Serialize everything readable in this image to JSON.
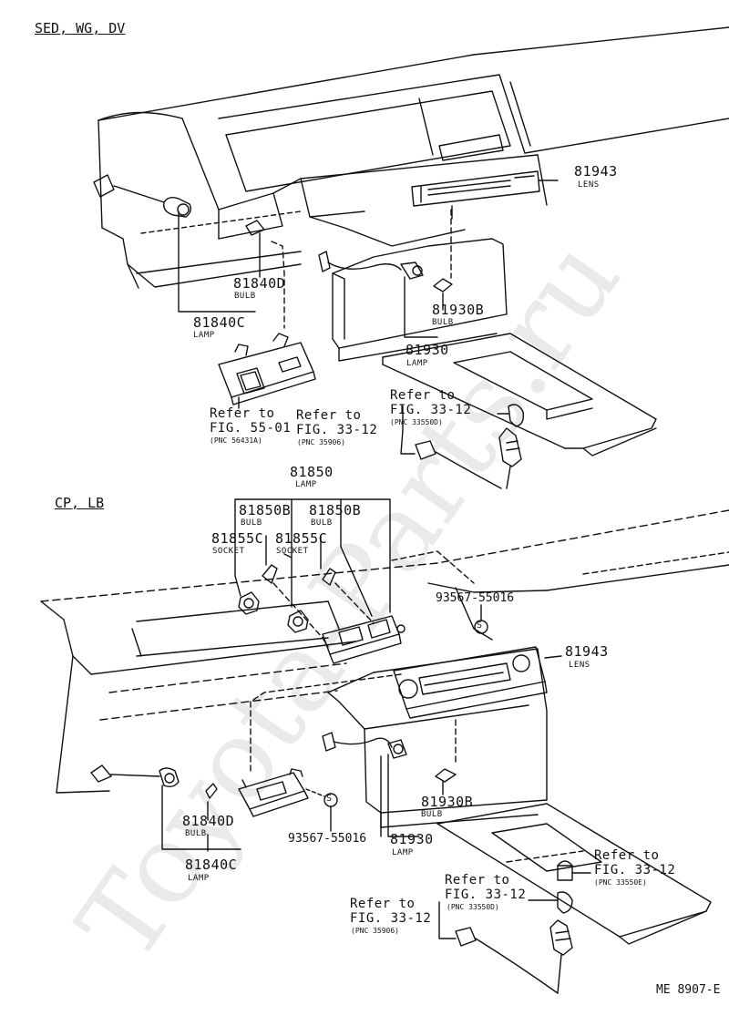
{
  "sections": {
    "upper": "SED, WG, DV",
    "lower": "CP, LB"
  },
  "upper_parts": {
    "lens": {
      "number": "81943",
      "name": "LENS"
    },
    "bulb_d": {
      "number": "81840D",
      "name": "BULB"
    },
    "lamp_c": {
      "number": "81840C",
      "name": "LAMP"
    },
    "bulb_b": {
      "number": "81930B",
      "name": "BULB"
    },
    "lamp_930": {
      "number": "81930",
      "name": "LAMP"
    },
    "ref_55": {
      "line1": "Refer to",
      "line2": "FIG. 55-01",
      "pnc": "(PNC 56431A)"
    },
    "ref_33a": {
      "line1": "Refer to",
      "line2": "FIG. 33-12",
      "pnc": "(PNC 35906)"
    },
    "ref_33b": {
      "line1": "Refer to",
      "line2": "FIG. 33-12",
      "pnc": "(PNC 33550D)"
    }
  },
  "lower_parts": {
    "lamp_850": {
      "number": "81850",
      "name": "LAMP"
    },
    "bulb_850_l": {
      "number": "81850B",
      "name": "BULB"
    },
    "bulb_850_r": {
      "number": "81850B",
      "name": "BULB"
    },
    "socket_l": {
      "number": "81855C",
      "name": "SOCKET"
    },
    "socket_r": {
      "number": "81855C",
      "name": "SOCKET"
    },
    "screw_top": {
      "number": "93567-55016"
    },
    "lens": {
      "number": "81943",
      "name": "LENS"
    },
    "bulb_b": {
      "number": "81930B",
      "name": "BULB"
    },
    "lamp_930": {
      "number": "81930",
      "name": "LAMP"
    },
    "bulb_d": {
      "number": "81840D",
      "name": "BULB"
    },
    "lamp_c": {
      "number": "81840C",
      "name": "LAMP"
    },
    "screw_bottom": {
      "number": "93567-55016"
    },
    "ref_e": {
      "line1": "Refer to",
      "line2": "FIG. 33-12",
      "pnc": "(PNC 33550E)"
    },
    "ref_d": {
      "line1": "Refer to",
      "line2": "FIG. 33-12",
      "pnc": "(PNC 33550D)"
    },
    "ref_906": {
      "line1": "Refer to",
      "line2": "FIG. 33-12",
      "pnc": "(PNC 35906)"
    }
  },
  "screw_symbol": "S",
  "figure_code": "ME 8907-E",
  "watermark": "Toyota-Parts.ru"
}
